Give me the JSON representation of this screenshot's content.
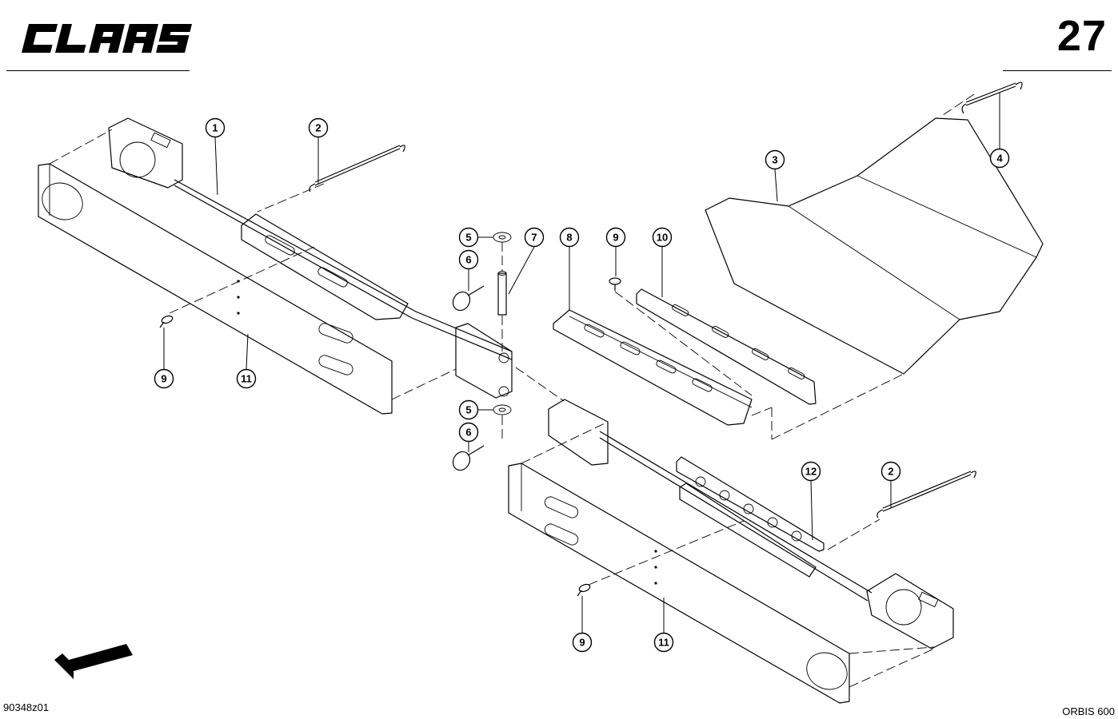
{
  "header": {
    "brand": "CLAAS",
    "page_number": "27"
  },
  "footer": {
    "document_code": "90348z01",
    "model": "ORBIS 600"
  },
  "callouts": [
    "1",
    "2",
    "3",
    "4",
    "5",
    "6",
    "7",
    "8",
    "9",
    "10",
    "11",
    "12"
  ],
  "icons": {
    "logo": "claas-logo",
    "direction": "direction-arrow-icon"
  }
}
